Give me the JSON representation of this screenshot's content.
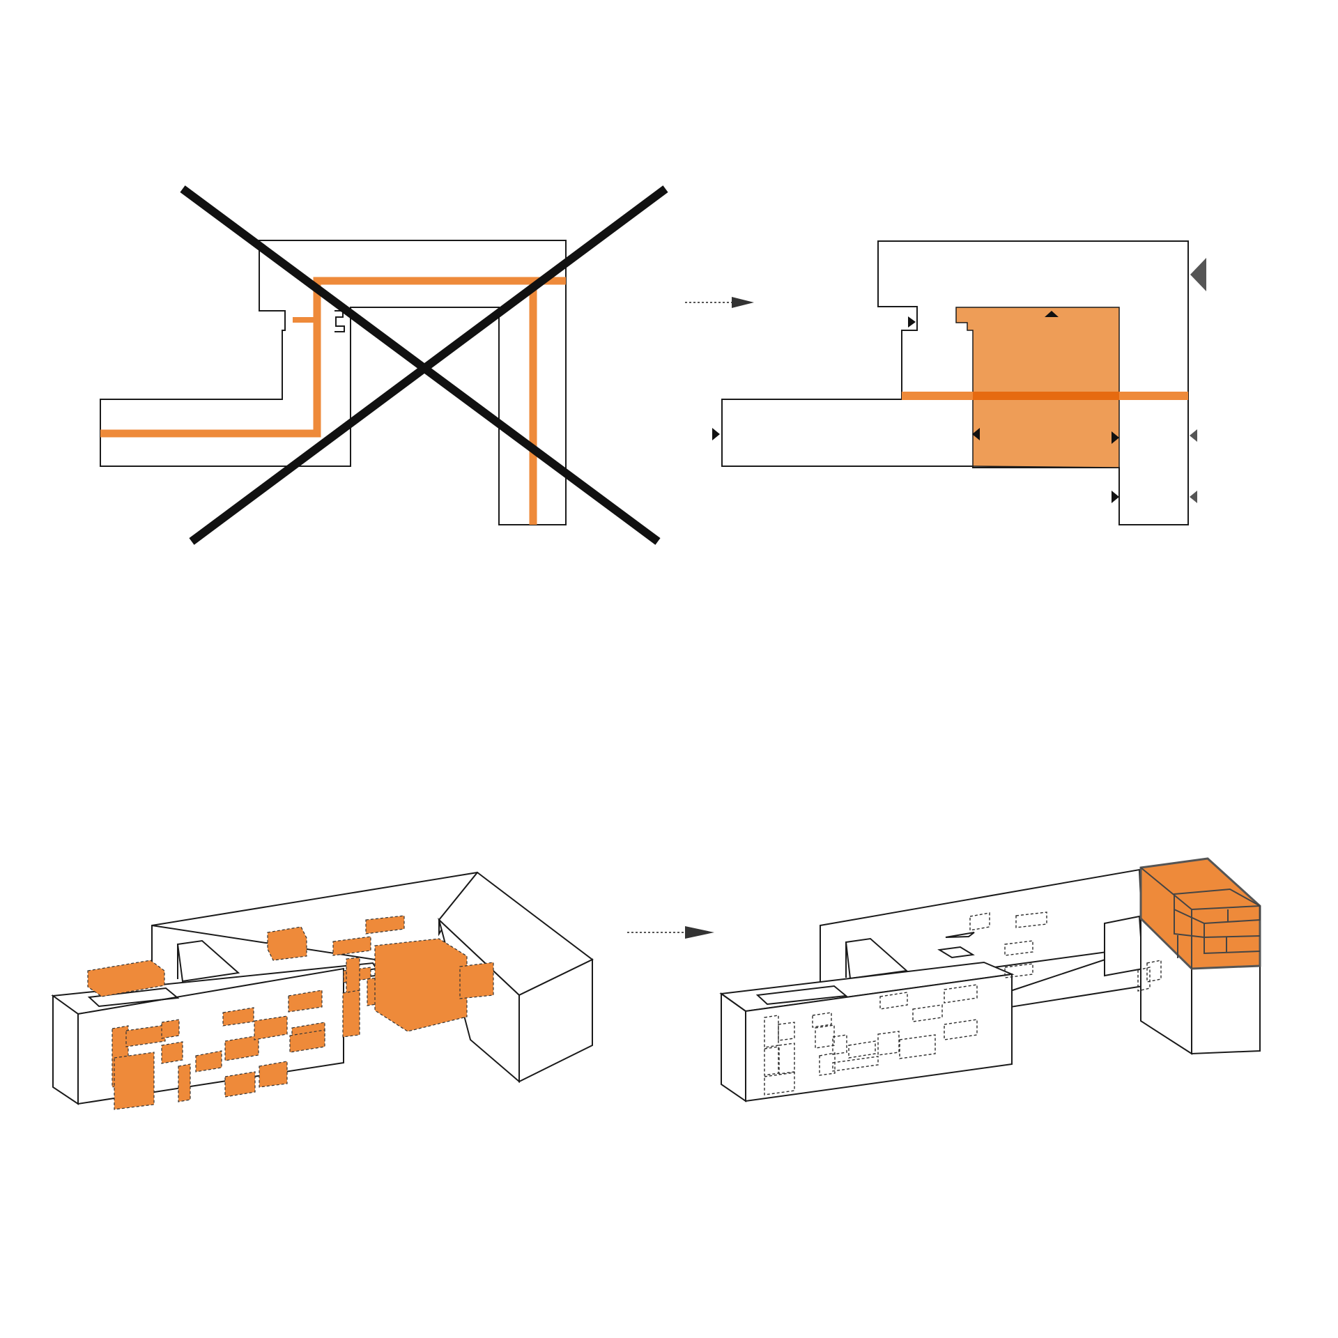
{
  "colors": {
    "accent": "#EE8A3A",
    "accent_fill": "#EE9D57",
    "accent_dark": "#E66A10",
    "line": "#1a1a1a",
    "background": "#ffffff"
  },
  "panels": [
    {
      "id": "plan-rejected",
      "kind": "floor-plan",
      "crossed_out": true
    },
    {
      "id": "plan-proposed",
      "kind": "floor-plan",
      "crossed_out": false
    },
    {
      "id": "axo-rejected",
      "kind": "axonometric",
      "crossed_out": false
    },
    {
      "id": "axo-proposed",
      "kind": "axonometric",
      "crossed_out": false
    }
  ],
  "arrows": [
    {
      "id": "plan-transition",
      "direction": "right",
      "style": "dotted-line-with-arrowhead"
    },
    {
      "id": "axo-transition",
      "direction": "right",
      "style": "dotted-line-with-arrowhead"
    }
  ],
  "icons": [
    "cross-out-mark-icon",
    "entrance-marker-icon",
    "arrow-right-icon"
  ]
}
